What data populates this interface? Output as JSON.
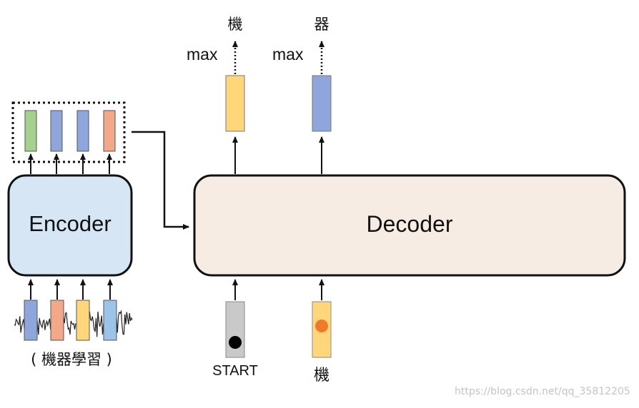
{
  "encoder": {
    "label": "Encoder",
    "fill": "#d6e6f5"
  },
  "decoder": {
    "label": "Decoder",
    "fill": "#f7ece3"
  },
  "outputs": [
    {
      "char": "機",
      "op": "max",
      "color": "#ffd77a"
    },
    {
      "char": "器",
      "op": "max",
      "color": "#8ea6dc"
    }
  ],
  "decoder_inputs": [
    {
      "label": "START",
      "token_color": "#c9c9c9",
      "dot_color": "#000000"
    },
    {
      "label": "機",
      "token_color": "#ffd77a",
      "dot_color": "#f07a2a"
    }
  ],
  "encoder_output_colors": [
    "#a6d08e",
    "#8ea6dc",
    "#8ea6dc",
    "#f4a88a"
  ],
  "encoder_input_colors": [
    "#8ea6dc",
    "#f4a88a",
    "#ffd77a",
    "#9cc3ea"
  ],
  "audio_caption": "( 機器學習 )",
  "watermark": "https://blog.csdn.net/qq_35812205"
}
